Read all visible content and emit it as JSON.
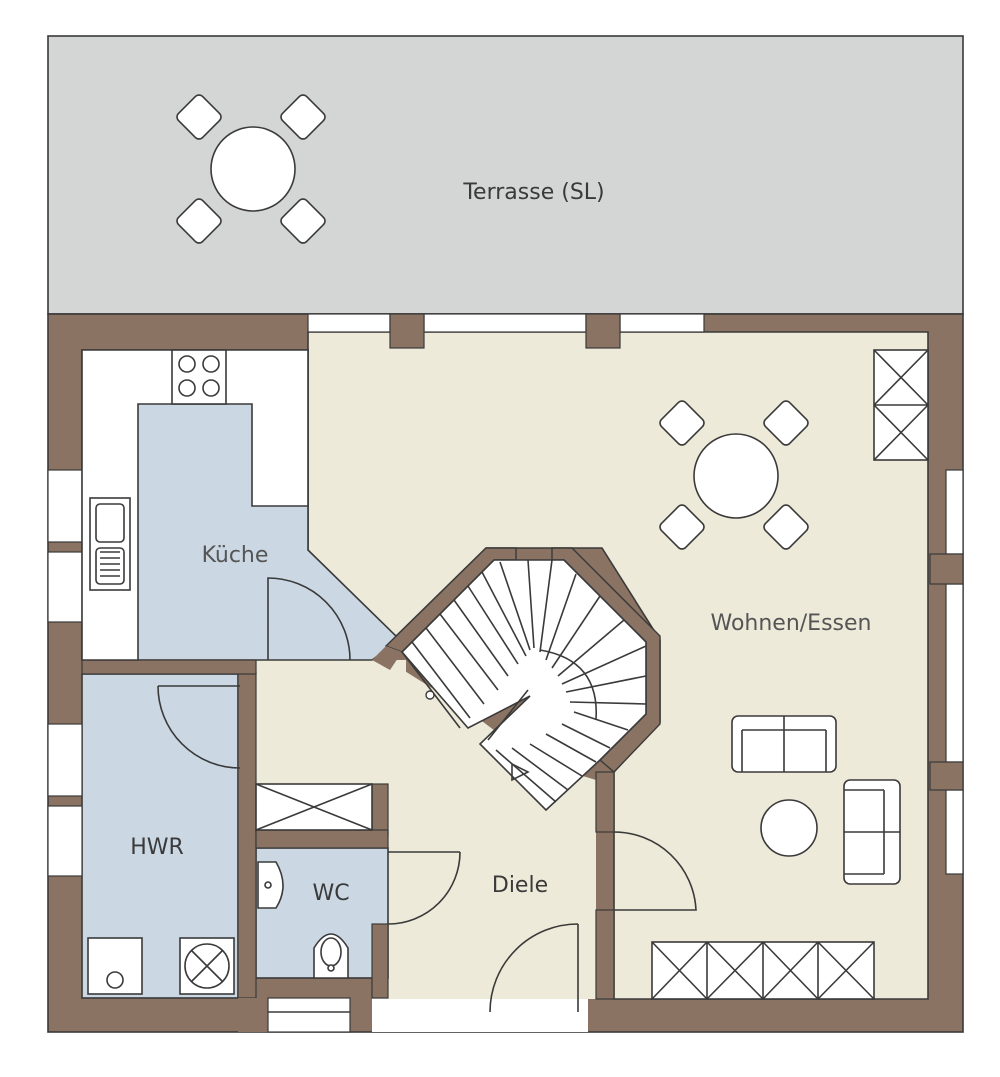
{
  "rooms": {
    "terrasse": "Terrasse (SL)",
    "kueche": "Küche",
    "wohnen": "Wohnen/Essen",
    "hwr": "HWR",
    "wc": "WC",
    "diele": "Diele"
  },
  "colors": {
    "wall": "#8a7362",
    "terrace": "#d4d5d5",
    "living": "#eeeada",
    "wet": "#cbd8e4",
    "furniture": "#ffffff",
    "line": "#3a3a3a"
  }
}
